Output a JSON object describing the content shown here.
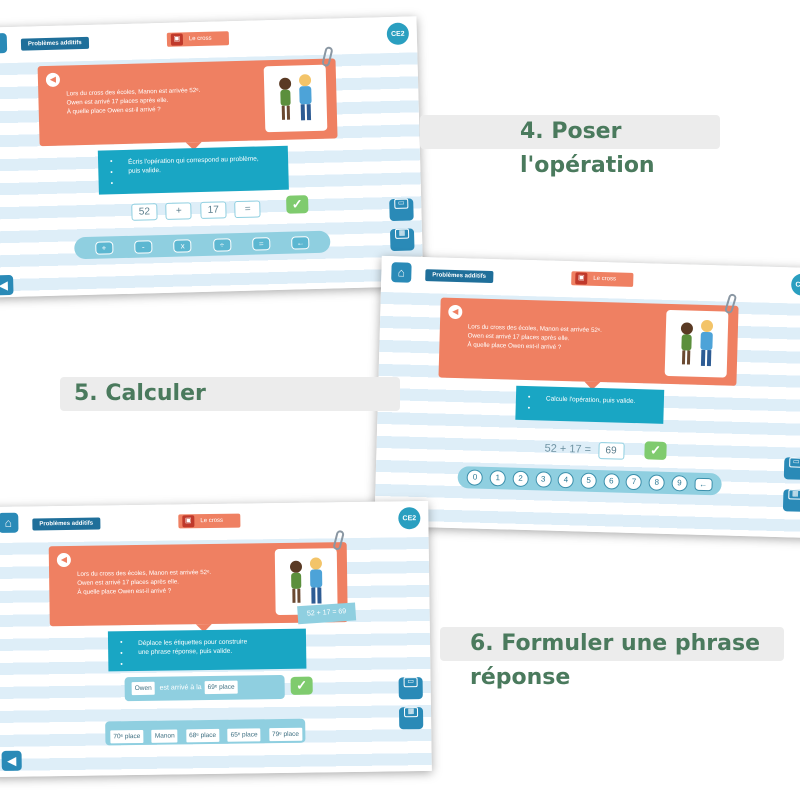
{
  "common": {
    "breadcrumb": "Problèmes additifs",
    "mission": "Le cross",
    "level": "CE2",
    "problem": [
      "Lors du cross des écoles, Manon est arrivée 52ᵉ.",
      "Owen est arrivé 17 places après elle.",
      "À quelle place Owen est-il arrivé ?"
    ]
  },
  "steps": [
    {
      "label": "4. Poser l'opération"
    },
    {
      "label": "5. Calculer"
    },
    {
      "label": "6. Formuler une phrase réponse"
    }
  ],
  "step4": {
    "instruction": [
      "Écris l'opération qui correspond au problème,",
      "puis valide."
    ],
    "operation": [
      "52",
      "+",
      "17",
      "="
    ],
    "keys": [
      "+",
      "-",
      "x",
      "÷",
      "=",
      "←"
    ]
  },
  "step5": {
    "instruction": [
      "Calcule l'opération, puis valide."
    ],
    "expression": "52 + 17 =",
    "answer": "69",
    "digits": [
      "0",
      "1",
      "2",
      "3",
      "4",
      "5",
      "6",
      "7",
      "8",
      "9",
      "←"
    ]
  },
  "step6": {
    "instruction": [
      "Déplace les étiquettes pour construire",
      "une phrase réponse, puis valide."
    ],
    "memo": "52 + 17 = 69",
    "sentence": {
      "subject": "Owen",
      "middle": "est arrivé à la",
      "place": "69ᵉ place"
    },
    "tags": [
      "70ᵉ place",
      "Manon",
      "68ᵉ place",
      "65ᵉ place",
      "79ᵉ place"
    ]
  },
  "icons": [
    "home-icon",
    "speaker-icon",
    "check-icon",
    "paperclip-icon",
    "backspace-icon"
  ],
  "colors": {
    "accent": "#ef8062",
    "instruction": "#19a6c4",
    "valid": "#7fcb6e",
    "nav": "#2a8ab7"
  }
}
